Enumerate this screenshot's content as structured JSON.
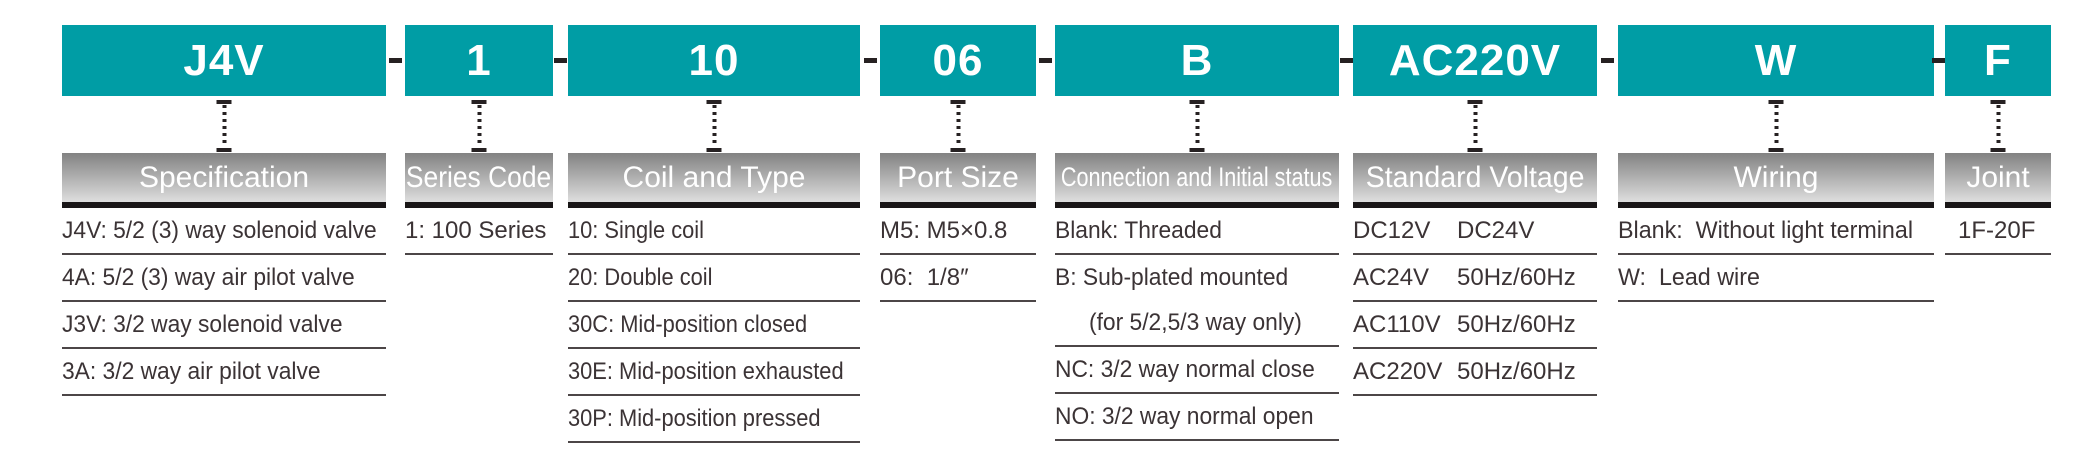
{
  "title": "Ordering code diagram",
  "separator": "-",
  "colors": {
    "accent_teal": "#009da5",
    "header_gradient_top": "#828282",
    "header_gradient_bottom": "#dedede",
    "header_underline": "#191617",
    "text": "#3b3335"
  },
  "columns": [
    {
      "code": "J4V",
      "label": "Specification",
      "items": [
        {
          "text": "J4V: 5/2 (3) way solenoid valve"
        },
        {
          "text": "4A: 5/2 (3) way air pilot valve"
        },
        {
          "text": "J3V: 3/2 way solenoid valve"
        },
        {
          "text": "3A: 3/2 way air pilot valve"
        }
      ]
    },
    {
      "code": "1",
      "label": "Series Code",
      "items": [
        {
          "text": "1: 100 Series"
        }
      ]
    },
    {
      "code": "10",
      "label": "Coil and Type",
      "items": [
        {
          "text": "10: Single coil"
        },
        {
          "text": "20: Double coil"
        },
        {
          "text": "30C: Mid-position closed"
        },
        {
          "text": "30E: Mid-position exhausted"
        },
        {
          "text": "30P: Mid-position pressed"
        }
      ]
    },
    {
      "code": "06",
      "label": "Port Size",
      "items": [
        {
          "text": "M5: M5×0.8"
        },
        {
          "text": "06:  1/8″"
        }
      ]
    },
    {
      "code": "B",
      "label": "Connection and Initial status",
      "items": [
        {
          "text": "Blank: Threaded"
        },
        {
          "text": "B: Sub-plated mounted"
        },
        {
          "text": "(for 5/2,5/3 way only)"
        },
        {
          "text": "NC: 3/2 way normal close"
        },
        {
          "text": "NO: 3/2 way normal open"
        }
      ]
    },
    {
      "code": "AC220V",
      "label": "Standard Voltage",
      "items": [
        {
          "left": "DC12V",
          "right": "DC24V"
        },
        {
          "left": "AC24V",
          "right": "50Hz/60Hz"
        },
        {
          "left": "AC110V",
          "right": "50Hz/60Hz"
        },
        {
          "left": "AC220V",
          "right": "50Hz/60Hz"
        }
      ]
    },
    {
      "code": "W",
      "label": "Wiring",
      "items": [
        {
          "text": "Blank:  Without light terminal"
        },
        {
          "text": "W:  Lead wire"
        }
      ]
    },
    {
      "code": "F",
      "label": "Joint",
      "items": [
        {
          "text": "1F-20F"
        }
      ]
    }
  ]
}
